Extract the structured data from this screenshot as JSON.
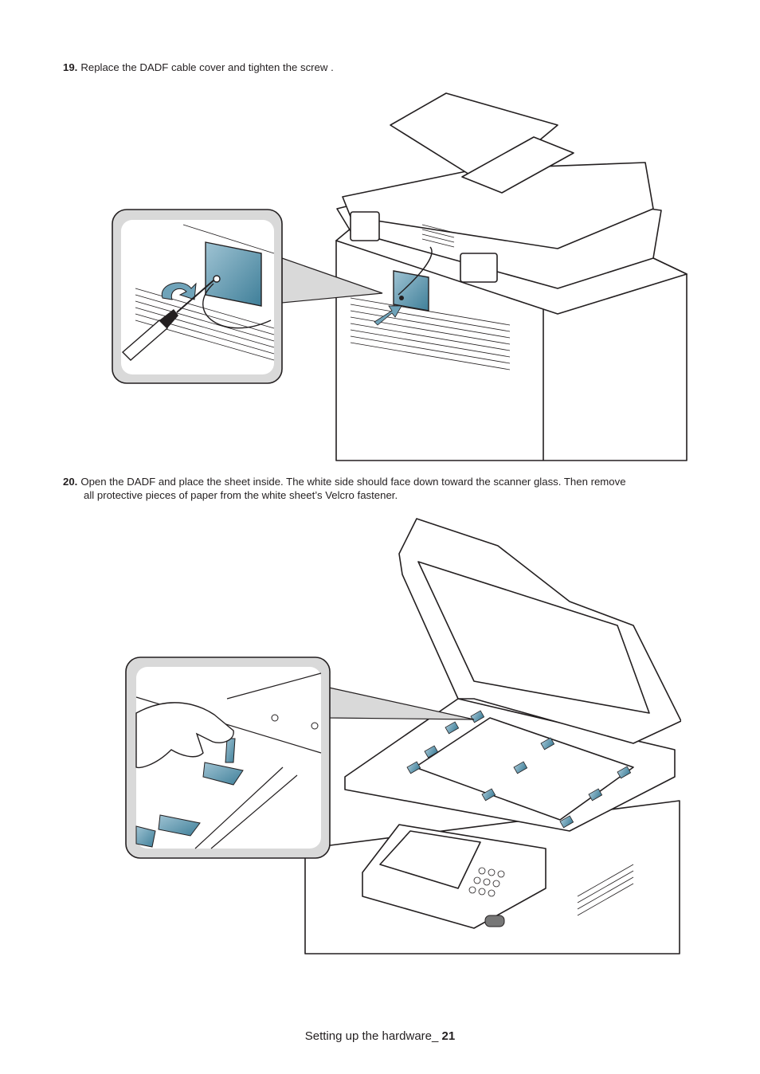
{
  "steps": [
    {
      "number": "19.",
      "line1": "Replace the DADF cable cover and tighten the screw ."
    },
    {
      "number": "20.",
      "line1": "Open the DADF and place the sheet inside. The white side should face down toward the scanner glass. Then remove",
      "line2": "all protective pieces of paper from the white sheet’s Velcro fastener."
    }
  ],
  "footer": {
    "text": "Setting up the hardware_ ",
    "page_number": "21"
  },
  "colors": {
    "ink": "#231f20",
    "accent_blue": "#3f7f99",
    "callout_gray": "#d9d9d9"
  },
  "figures": [
    {
      "icon": "printer-dadf-cable-cover-illustration"
    },
    {
      "icon": "printer-open-dadf-sheet-illustration"
    }
  ]
}
